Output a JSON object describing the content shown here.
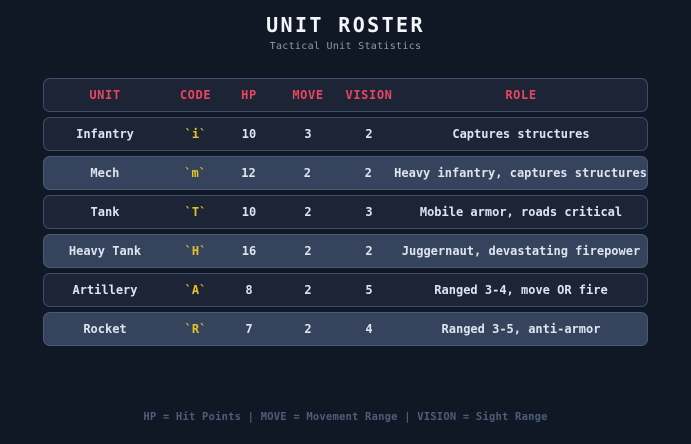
{
  "page": {
    "title": "UNIT ROSTER",
    "subtitle": "Tactical Unit Statistics",
    "footer_legend": "HP = Hit Points  |  MOVE = Movement Range  |  VISION = Sight Range"
  },
  "colors": {
    "background": "#101826",
    "row_dark": "#1c2436",
    "row_light": "#35445c",
    "header_red": "#e8465f",
    "code_yellow": "#e6c229",
    "body_text": "#dde4ee",
    "subtitle_grey": "#8e99ac",
    "footer_slate": "#4e5d78"
  },
  "table": {
    "columns": [
      "UNIT",
      "CODE",
      "HP",
      "MOVE",
      "VISION",
      "ROLE"
    ],
    "rows": [
      {
        "unit": "Infantry",
        "code": "`i`",
        "hp": "10",
        "move": "3",
        "vision": "2",
        "role": "Captures structures"
      },
      {
        "unit": "Mech",
        "code": "`m`",
        "hp": "12",
        "move": "2",
        "vision": "2",
        "role": "Heavy infantry, captures structures"
      },
      {
        "unit": "Tank",
        "code": "`T`",
        "hp": "10",
        "move": "2",
        "vision": "3",
        "role": "Mobile armor, roads critical"
      },
      {
        "unit": "Heavy Tank",
        "code": "`H`",
        "hp": "16",
        "move": "2",
        "vision": "2",
        "role": "Juggernaut, devastating firepower"
      },
      {
        "unit": "Artillery",
        "code": "`A`",
        "hp": "8",
        "move": "2",
        "vision": "5",
        "role": "Ranged 3-4, move OR fire"
      },
      {
        "unit": "Rocket",
        "code": "`R`",
        "hp": "7",
        "move": "2",
        "vision": "4",
        "role": "Ranged 3-5, anti-armor"
      }
    ]
  }
}
